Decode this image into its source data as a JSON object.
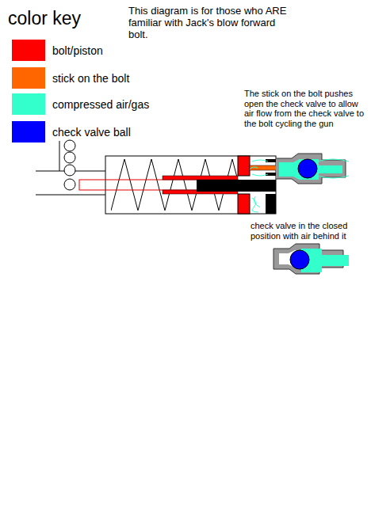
{
  "diagram": {
    "title": "color key",
    "labels": [
      "This diagram is for those who ARE familiar with Jack's blow forward bolt.",
      "The stick on the bolt pushes open the check valve to allow air flow from the check valve to the bolt cycling the gun",
      "check valve in the closed position with air behind it"
    ],
    "legend": [
      {
        "text": "bolt/piston",
        "color": "#ff0000"
      },
      {
        "text": "stick on the bolt",
        "color": "#ff6600"
      },
      {
        "text": "compressed air/gas",
        "color": "#33ffcc"
      },
      {
        "text": "check valve ball",
        "color": "#0000ff"
      }
    ]
  }
}
